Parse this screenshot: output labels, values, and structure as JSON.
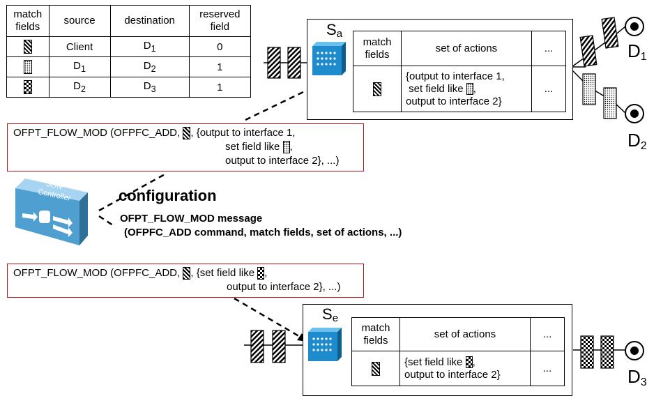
{
  "legend_table": {
    "headers": [
      "match fields",
      "source",
      "destination",
      "reserved field"
    ],
    "rows": [
      {
        "pattern": "diagonal-stripes",
        "source": "Client",
        "source_sub": "",
        "destination": "D",
        "destination_sub": "1",
        "reserved": "0"
      },
      {
        "pattern": "dots",
        "source": "D",
        "source_sub": "1",
        "destination": "D",
        "destination_sub": "2",
        "reserved": "1"
      },
      {
        "pattern": "checker",
        "source": "D",
        "source_sub": "2",
        "destination": "D",
        "destination_sub": "3",
        "reserved": "1"
      }
    ]
  },
  "switch_a": {
    "label": "S",
    "label_sub": "a",
    "flow_headers": [
      "match fields",
      "set of actions",
      "..."
    ],
    "action_lines": [
      "{output to interface 1,",
      "set field like",
      ",",
      "output to interface 2}"
    ],
    "ellipsis": "..."
  },
  "switch_e": {
    "label": "S",
    "label_sub": "e",
    "flow_headers": [
      "match fields",
      "set of actions",
      "..."
    ],
    "action_lines": [
      "{set field like",
      ",",
      "output to interface 2}"
    ],
    "ellipsis": "..."
  },
  "message_top": {
    "line1_prefix": "OFPT_FLOW_MOD (OFPFC_ADD,",
    "line1_suffix": ", {output to interface 1,",
    "line2_prefix": "set field like",
    "line2_suffix": ",",
    "line3": "output to interface 2}, ...)"
  },
  "message_bottom": {
    "line1_prefix": "OFPT_FLOW_MOD (OFPFC_ADD,",
    "line1_mid": ", {set field like",
    "line1_suffix": ",",
    "line2": "output to interface 2}, ...)"
  },
  "controller": {
    "icon_text_1": "SDN",
    "icon_text_2": "Controller",
    "heading": "configuration",
    "message_line_1": "OFPT_FLOW_MOD message",
    "message_line_2": "(OFPFC_ADD command, match fields, set of actions, ...)"
  },
  "destinations": {
    "d1": {
      "label": "D",
      "sub": "1"
    },
    "d2": {
      "label": "D",
      "sub": "2"
    },
    "d3": {
      "label": "D",
      "sub": "3"
    }
  },
  "colors": {
    "message_border": "#b8151b",
    "switch_blue": "#1e8ccc",
    "controller_blue": "#4f9fd0"
  }
}
